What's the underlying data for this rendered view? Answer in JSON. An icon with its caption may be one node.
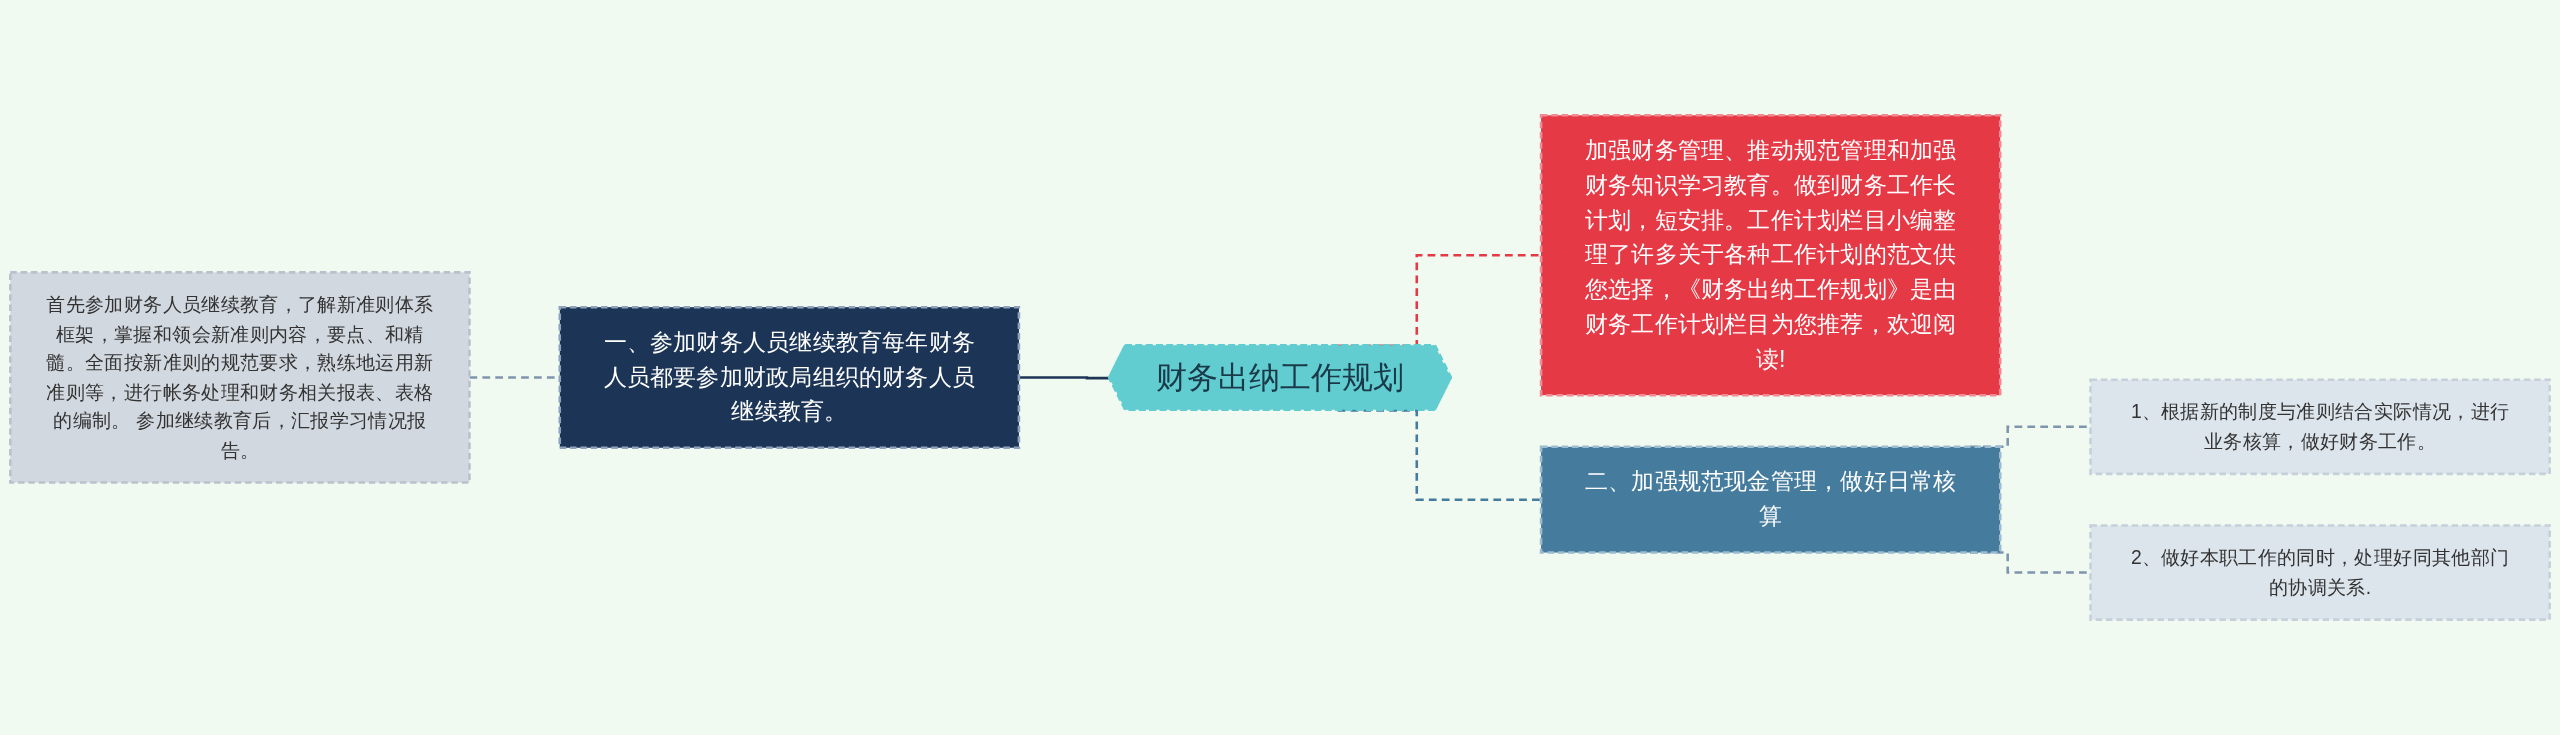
{
  "diagram": {
    "nodes": [
      {
        "text": [
          "财务出纳工作规划"
        ]
      },
      {
        "text": [
          "一、参加财务人员继续教育每年财务人员都要参加财政局组织的财务人员继续教育。"
        ]
      },
      {
        "text": [
          "首先参加财务人员继续教育，了解新准则体系框架，掌握和领会新准则内容，要点、和精髓。全面按新准则的规范要求，熟练地运用新准则等，进行帐务处理和财务相关报表、表格的编制。 参加继续教育后，汇报学习情况报告。"
        ]
      },
      {
        "text": [
          "加强财务管理、推动规范管理和加强财务知识学习教育。做到财务工作长计划，短安排。工作计划栏目小编整理了许多关于各种工作计划的范文供您选择，《财务出纳工作规划》是由财务工作计划栏目为您推荐，欢迎阅读!"
        ]
      },
      {
        "text": [
          "二、加强规范现金管理，做好日常核算"
        ]
      },
      {
        "text": [
          "1、根据新的制度与准则结合实际情况，进行业务核算，做好财务工作。"
        ]
      },
      {
        "text": [
          "2、做好本职工作的同时，处理好同其他部门的协调关系."
        ]
      }
    ],
    "edges": [
      {
        "from": 1,
        "to": 0,
        "arrow": "none",
        "color": "#1c3557"
      },
      {
        "from": 2,
        "to": 1,
        "arrow": "none",
        "style": "dashed"
      },
      {
        "from": 0,
        "to": 3,
        "arrow": "none",
        "style": "dashed",
        "color": "#e63946"
      },
      {
        "from": 0,
        "to": 4,
        "arrow": "none",
        "style": "dashed",
        "color": "#457b9d"
      },
      {
        "from": 4,
        "to": 5,
        "arrow": "none",
        "style": "dashed"
      },
      {
        "from": 4,
        "to": 6,
        "arrow": "none",
        "style": "dashed"
      }
    ]
  }
}
